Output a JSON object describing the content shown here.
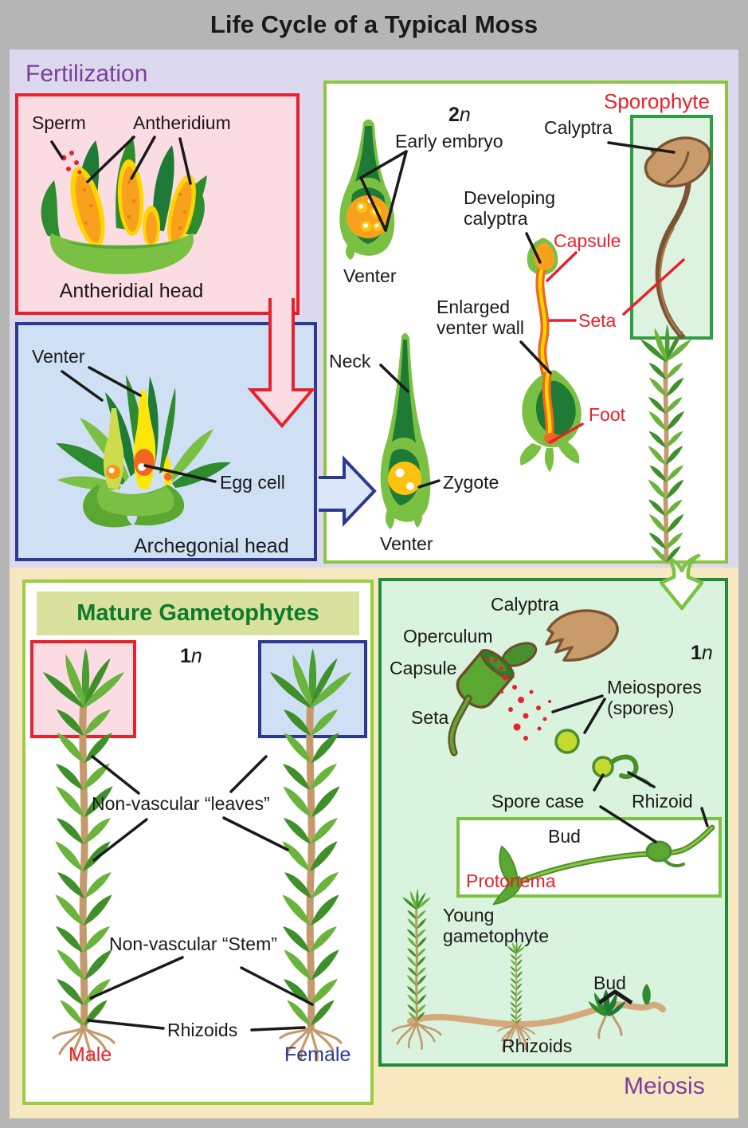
{
  "title": "Life Cycle of a Typical Moss",
  "colors": {
    "canvas": "#b5b5b5",
    "fertilization_bg": "#dcd9ee",
    "meiosis_outer_bg": "#f8e8c0",
    "accent_red": "#e8212d",
    "accent_navy": "#2b3990",
    "accent_purple": "#7b3f9e",
    "accent_green": "#0c7b2c",
    "panel_border_green": "#8dc63f"
  },
  "stages": {
    "fertilization": "Fertilization",
    "meiosis": "Meiosis"
  },
  "fertilization_panel": {
    "antheridial": {
      "sperm": "Sperm",
      "antheridium": "Antheridium",
      "caption": "Antheridial head"
    },
    "archegonial": {
      "venter": "Venter",
      "egg_cell": "Egg cell",
      "caption": "Archegonial head"
    },
    "embryo": {
      "ploidy_num": "2",
      "ploidy_n": "n",
      "early_embryo": "Early embryo",
      "venter_top": "Venter",
      "sporophyte": "Sporophyte",
      "calyptra": "Calyptra",
      "developing_calyptra": "Developing\ncalyptra",
      "capsule": "Capsule",
      "enlarged_venter_wall": "Enlarged\nventer wall",
      "seta": "Seta",
      "foot": "Foot",
      "neck": "Neck",
      "zygote": "Zygote",
      "venter_bottom": "Venter"
    }
  },
  "gametophyte_panel": {
    "heading": "Mature Gametophytes",
    "ploidy_num": "1",
    "ploidy_n": "n",
    "leaves": "Non-vascular “leaves”",
    "stem": "Non-vascular “Stem”",
    "rhizoids": "Rhizoids",
    "male": "Male",
    "female": "Female"
  },
  "meiosis_panel": {
    "ploidy_num": "1",
    "ploidy_n": "n",
    "calyptra": "Calyptra",
    "operculum": "Operculum",
    "capsule": "Capsule",
    "seta": "Seta",
    "meiospores": "Meiospores\n(spores)",
    "spore_case": "Spore case",
    "rhizoid": "Rhizoid",
    "bud_upper": "Bud",
    "protonema": "Protonema",
    "young_gametophyte": "Young\ngametophyte",
    "bud_lower": "Bud",
    "rhizoids": "Rhizoids"
  }
}
